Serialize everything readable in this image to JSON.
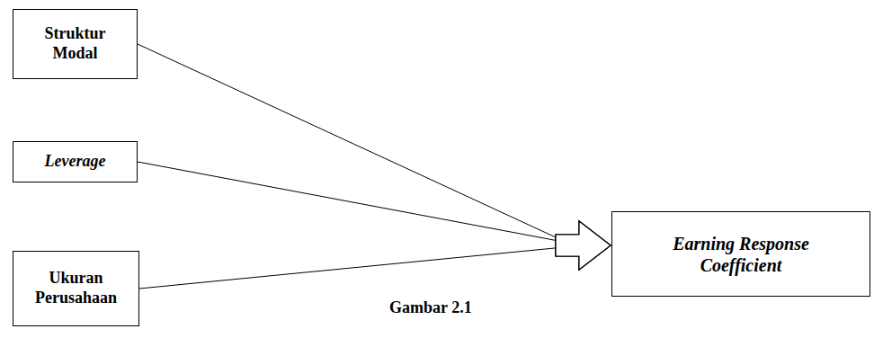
{
  "diagram": {
    "caption": "Gambar 2.1",
    "nodes": [
      {
        "text": [
          "Struktur Modal"
        ]
      },
      {
        "text": [
          "Leverage"
        ]
      },
      {
        "text": [
          "Ukuran Perusahaan"
        ]
      },
      {
        "text": [
          "Earning Response Coefficient"
        ]
      }
    ],
    "edges": [
      {
        "from": 0,
        "to": 3,
        "arrow": "to"
      },
      {
        "from": 1,
        "to": 3,
        "arrow": "to"
      },
      {
        "from": 2,
        "to": 3,
        "arrow": "to"
      }
    ]
  }
}
